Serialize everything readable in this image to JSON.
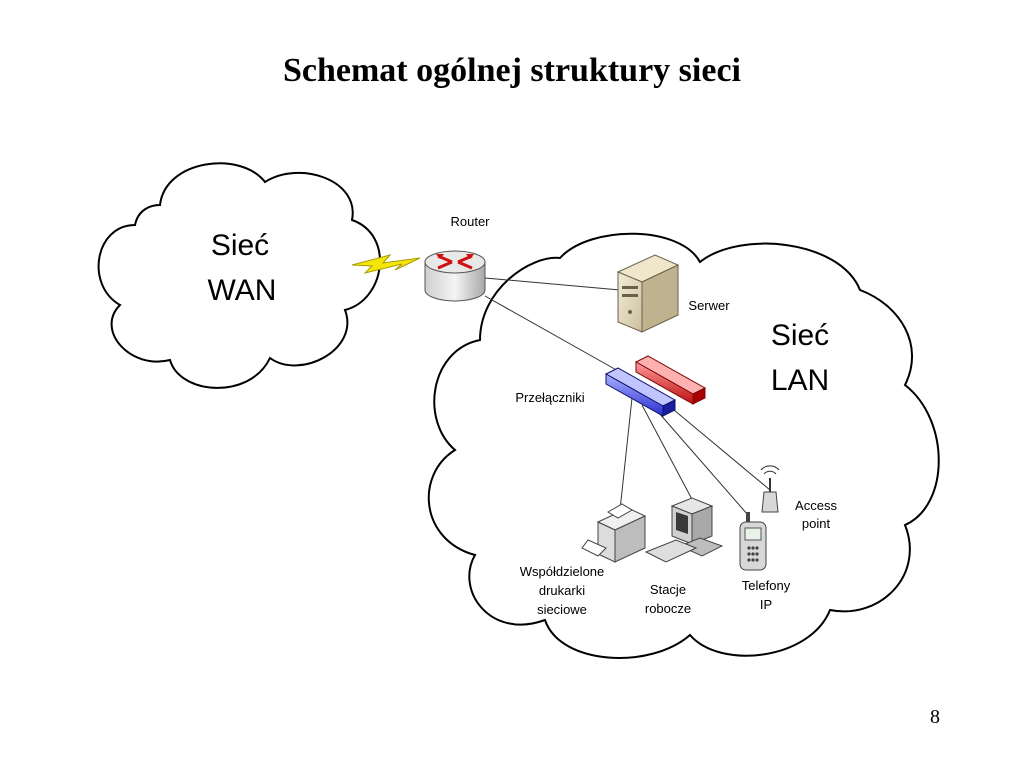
{
  "title": "Schemat ogólnej struktury sieci",
  "page_number": "8",
  "wan": {
    "line1": "Sieć",
    "line2": "WAN"
  },
  "lan": {
    "line1": "Sieć",
    "line2": "LAN"
  },
  "labels": {
    "router": "Router",
    "server": "Serwer",
    "switches": "Przełączniki",
    "access_point": [
      "Access",
      "point"
    ],
    "printers": [
      "Współdzielone",
      "drukarki",
      "sieciowe"
    ],
    "workstations": [
      "Stacje",
      "robocze"
    ],
    "ip_phones": [
      "Telefony",
      "IP"
    ]
  }
}
